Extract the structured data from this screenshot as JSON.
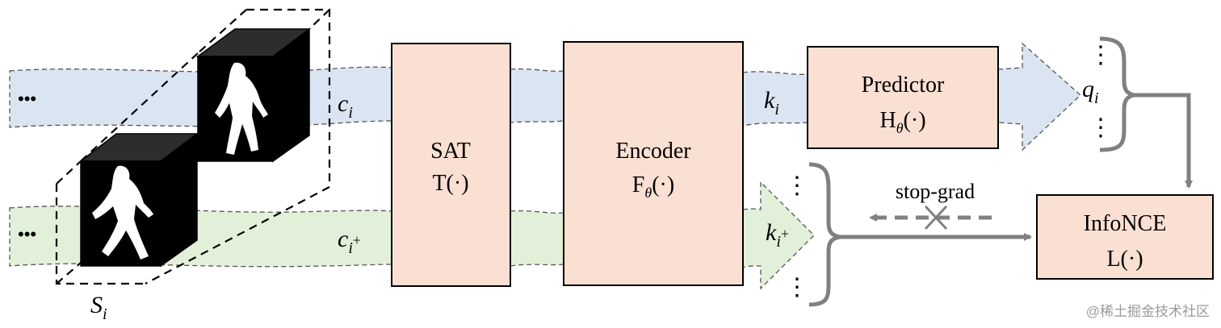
{
  "ellipsis": "•••",
  "vdots": "⋮",
  "labels": {
    "c_i": {
      "base": "c",
      "sub": "i",
      "sup": ""
    },
    "c_i_plus": {
      "base": "c",
      "sub": "i",
      "sup": "+"
    },
    "k_i": {
      "base": "k",
      "sub": "i",
      "sup": ""
    },
    "k_i_plus": {
      "base": "k",
      "sub": "i",
      "sup": "+"
    },
    "q_i": {
      "base": "q",
      "sub": "i",
      "sup": ""
    },
    "s_i": {
      "base": "S",
      "sub": "i",
      "sup": ""
    }
  },
  "boxes": {
    "sat": {
      "line1": "SAT",
      "line2": "T(·)"
    },
    "encoder": {
      "line1": "Encoder",
      "line2_main": "F",
      "line2_sub": "θ",
      "line2_rest": "(·)"
    },
    "predictor": {
      "line1": "Predictor",
      "line2_main": "H",
      "line2_sub": "θ",
      "line2_rest": "(·)"
    },
    "infonce": {
      "line1": "InfoNCE",
      "line2": "L(·)"
    }
  },
  "stop_grad": "stop-grad",
  "watermark": "@稀土掘金技术社区",
  "colors": {
    "blue_band": "#dbe5f2",
    "green_band": "#e3f0d9",
    "box_fill": "#fae0d2",
    "arrow_gray": "#808080"
  }
}
